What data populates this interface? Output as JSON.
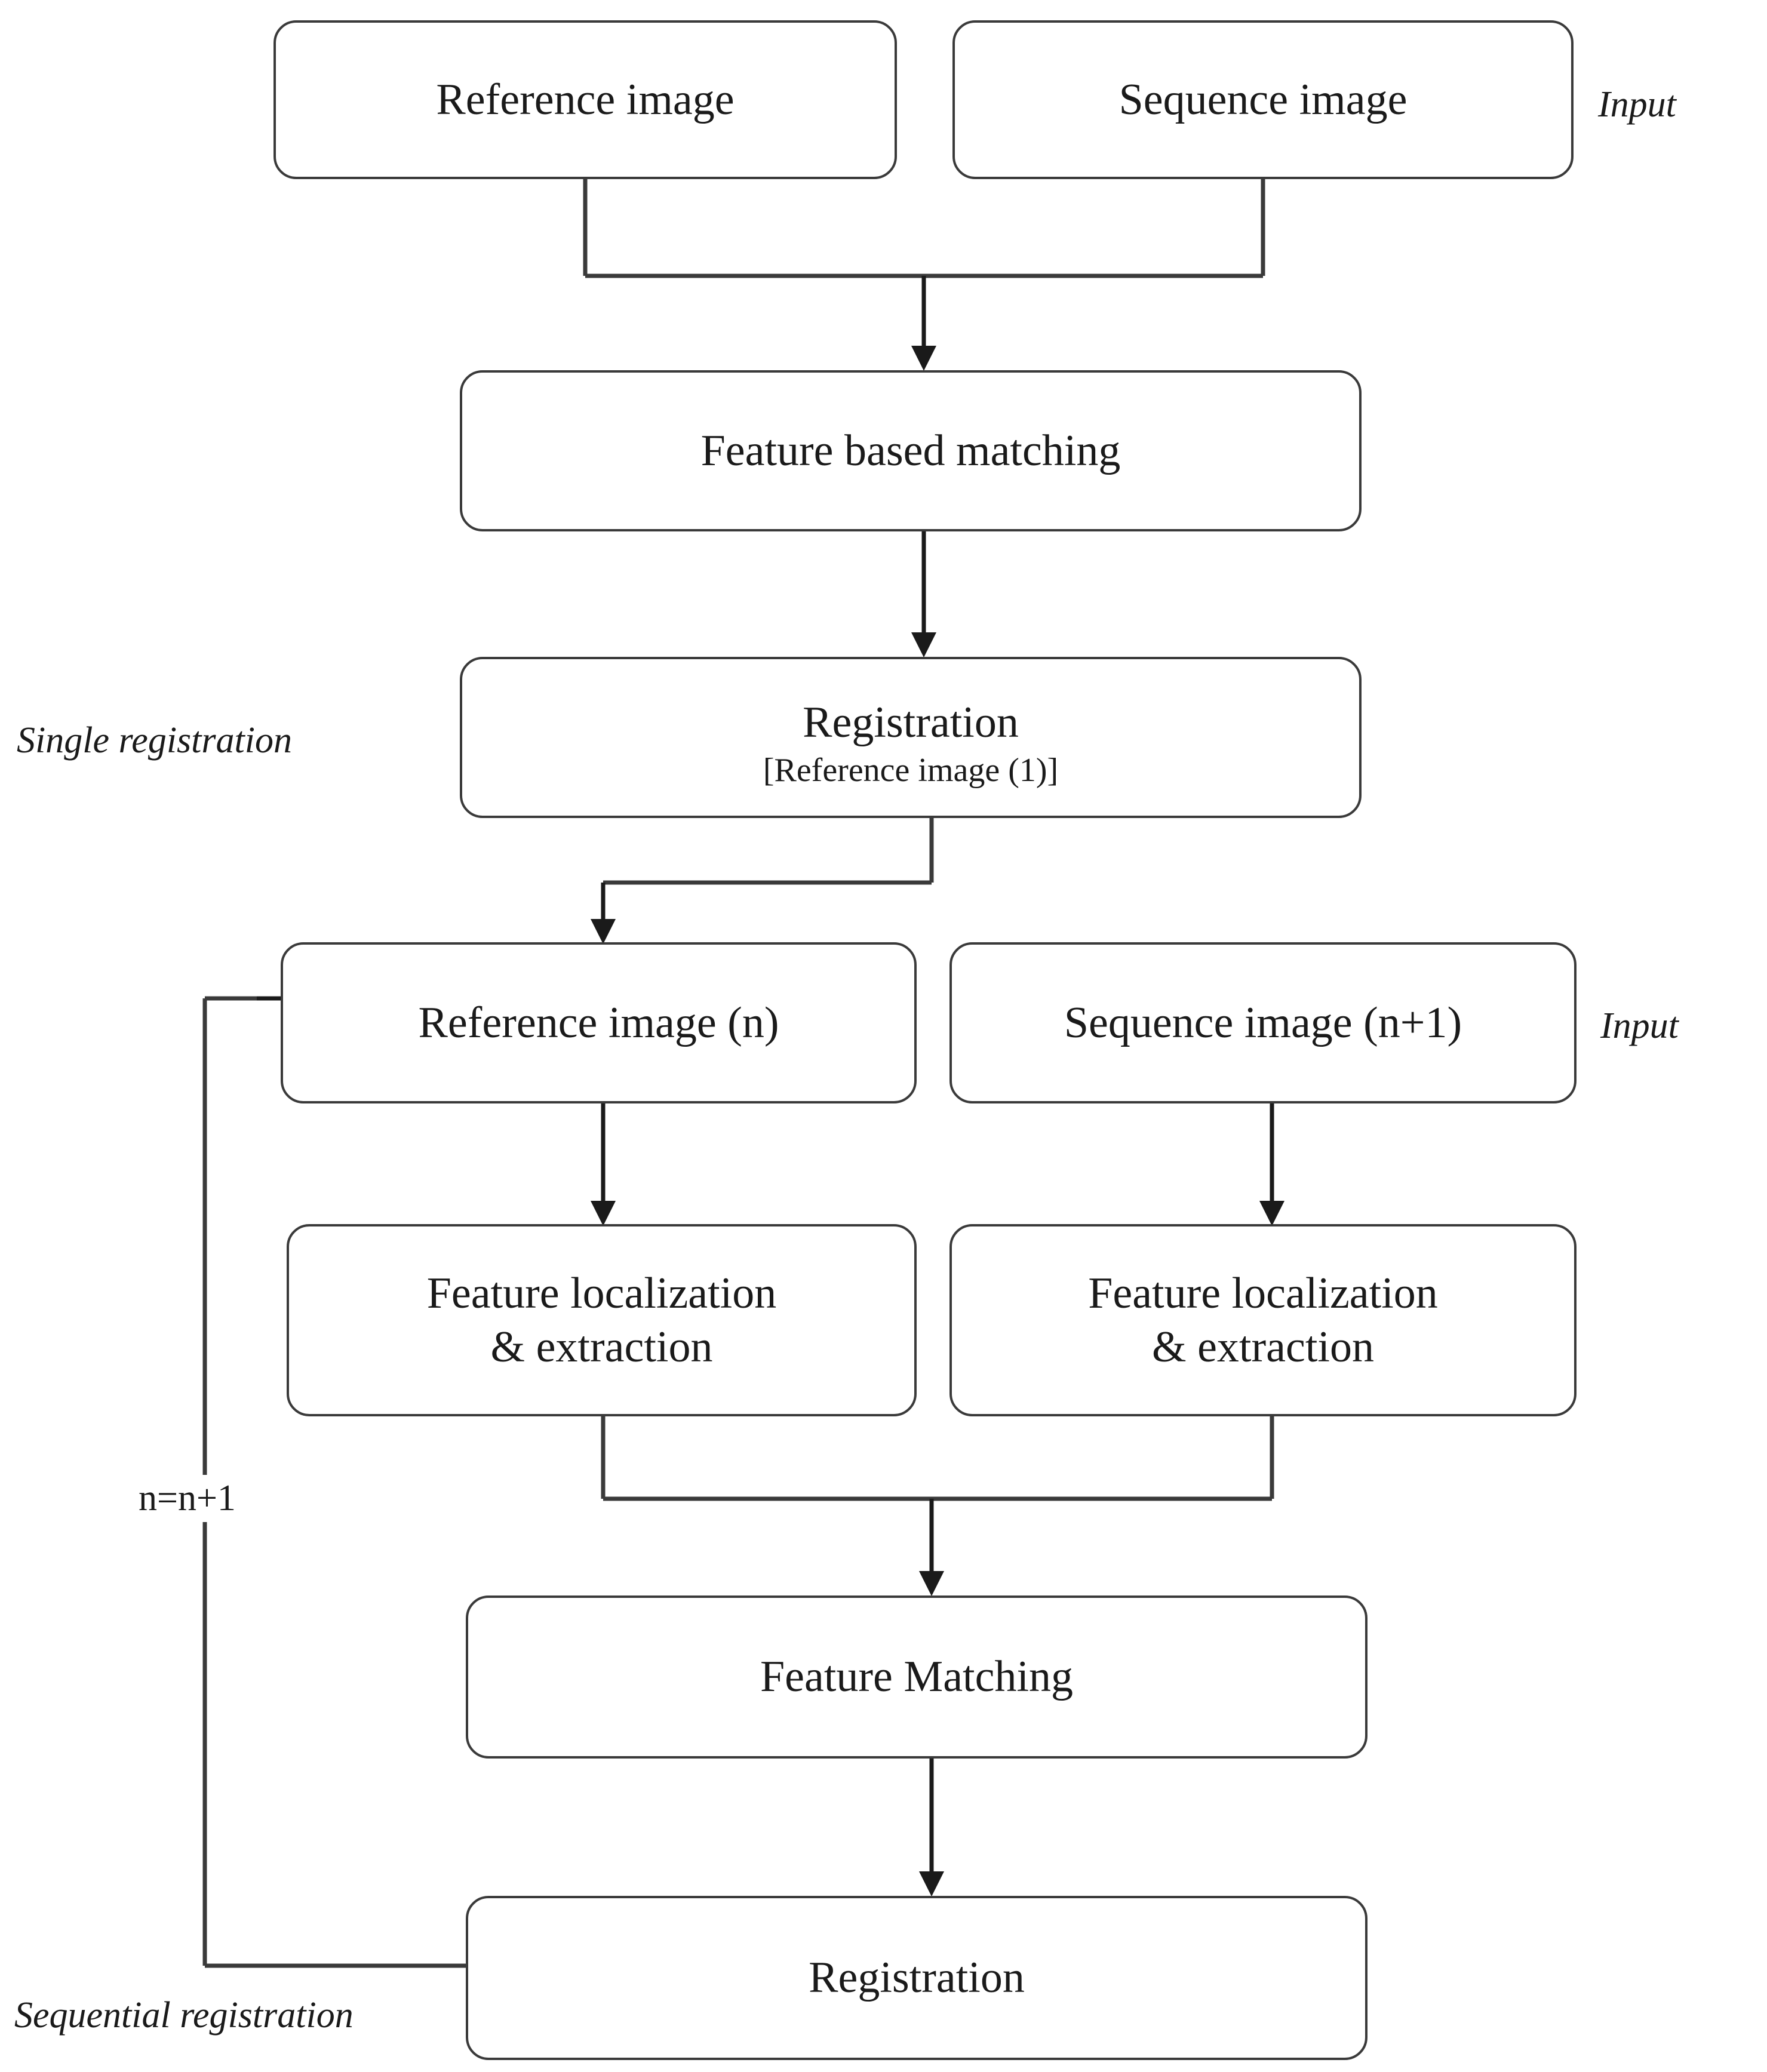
{
  "diagram": {
    "title": "Image registration pipeline flowchart",
    "stroke_color": "#3a3a3a",
    "text_color": "#1a1a1a",
    "background_color": "#ffffff"
  },
  "nodes": {
    "reference_image": "Reference image",
    "sequence_image": "Sequence image",
    "feature_based_matching": "Feature based matching",
    "registration_first_main": "Registration",
    "registration_first_bracket": "[Reference image (1)]",
    "reference_image_n": "Reference image  (n)",
    "sequence_image_n1": "Sequence image (n+1)",
    "feature_localization_left": "Feature localization\n& extraction",
    "feature_localization_right": "Feature localization\n& extraction",
    "feature_matching": "Feature Matching",
    "registration_final": "Registration"
  },
  "labels": {
    "input_top": "Input",
    "input_middle": "Input",
    "single_registration": "Single registration",
    "sequential_registration": "Sequential registration",
    "loop_counter": "n=n+1"
  }
}
